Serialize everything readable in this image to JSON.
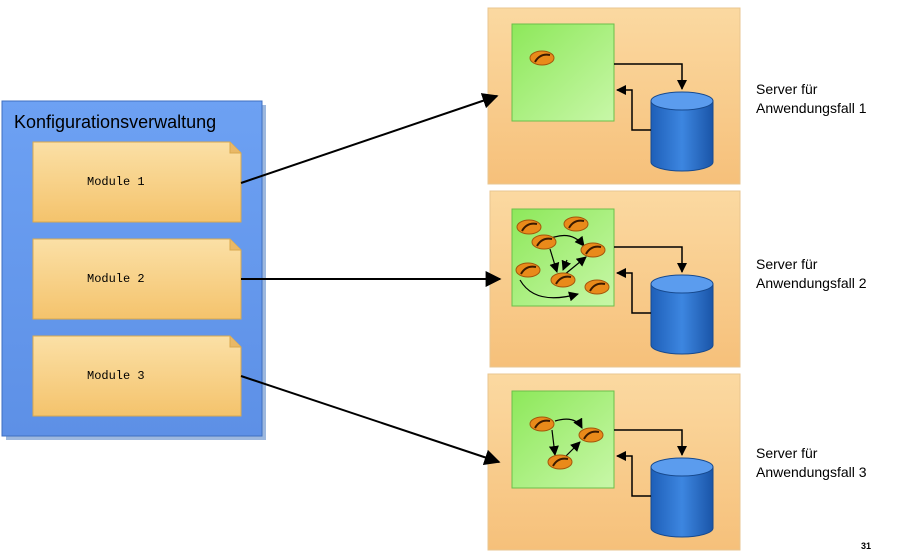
{
  "config": {
    "title": "Konfigurationsverwaltung"
  },
  "modules": [
    "Module 1",
    "Module 2",
    "Module 3"
  ],
  "servers": [
    {
      "label_line1": "Server für",
      "label_line2": "Anwendungsfall 1"
    },
    {
      "label_line1": "Server für",
      "label_line2": "Anwendungsfall 2"
    },
    {
      "label_line1": "Server für",
      "label_line2": "Anwendungsfall 3"
    }
  ],
  "page_number": "31",
  "colors": {
    "config_panel": "#6b9ff2",
    "module_note": "#f7cd7f",
    "server_panel": "#f9cc8a",
    "component_area": "#a8f07a",
    "database": "#2f74cf",
    "bean": "#e98a1a"
  }
}
